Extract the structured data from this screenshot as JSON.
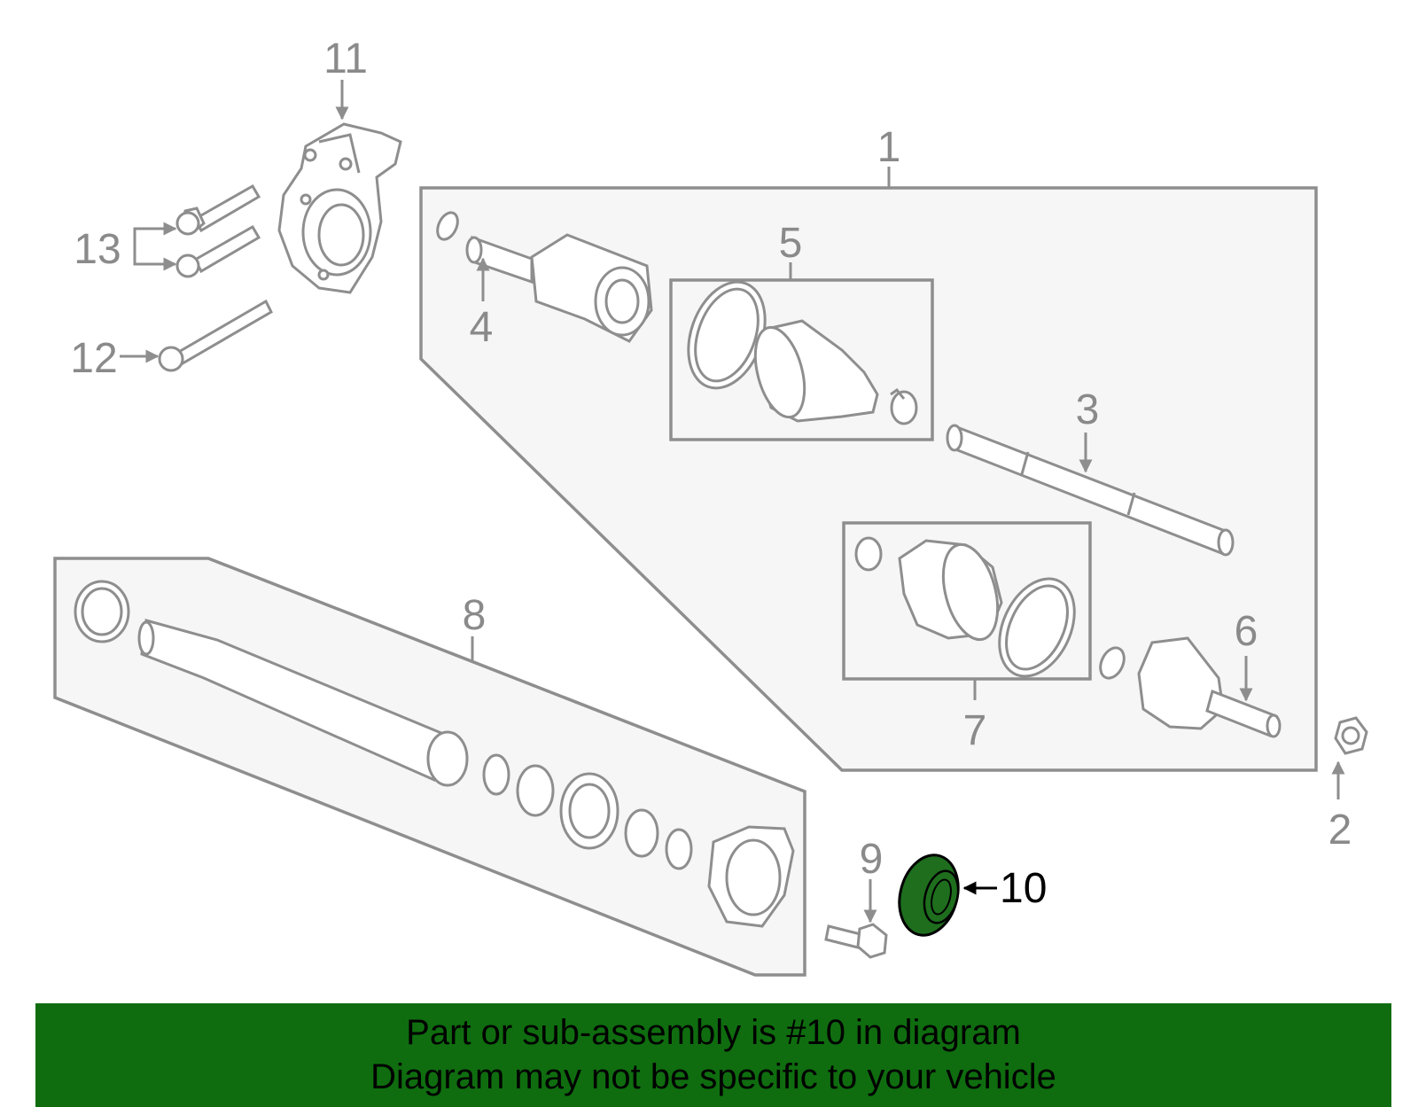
{
  "callouts": {
    "c1": "1",
    "c2": "2",
    "c3": "3",
    "c4": "4",
    "c5": "5",
    "c6": "6",
    "c7": "7",
    "c8": "8",
    "c9": "9",
    "c10": "10",
    "c11": "11",
    "c12": "12",
    "c13": "13"
  },
  "highlight": {
    "part": "10",
    "color": "#1e6e1e"
  },
  "banner": {
    "line1": "Part or sub-assembly is #10 in diagram",
    "line2": "Diagram may not be specific to your vehicle",
    "background": "#0f6d0f"
  }
}
